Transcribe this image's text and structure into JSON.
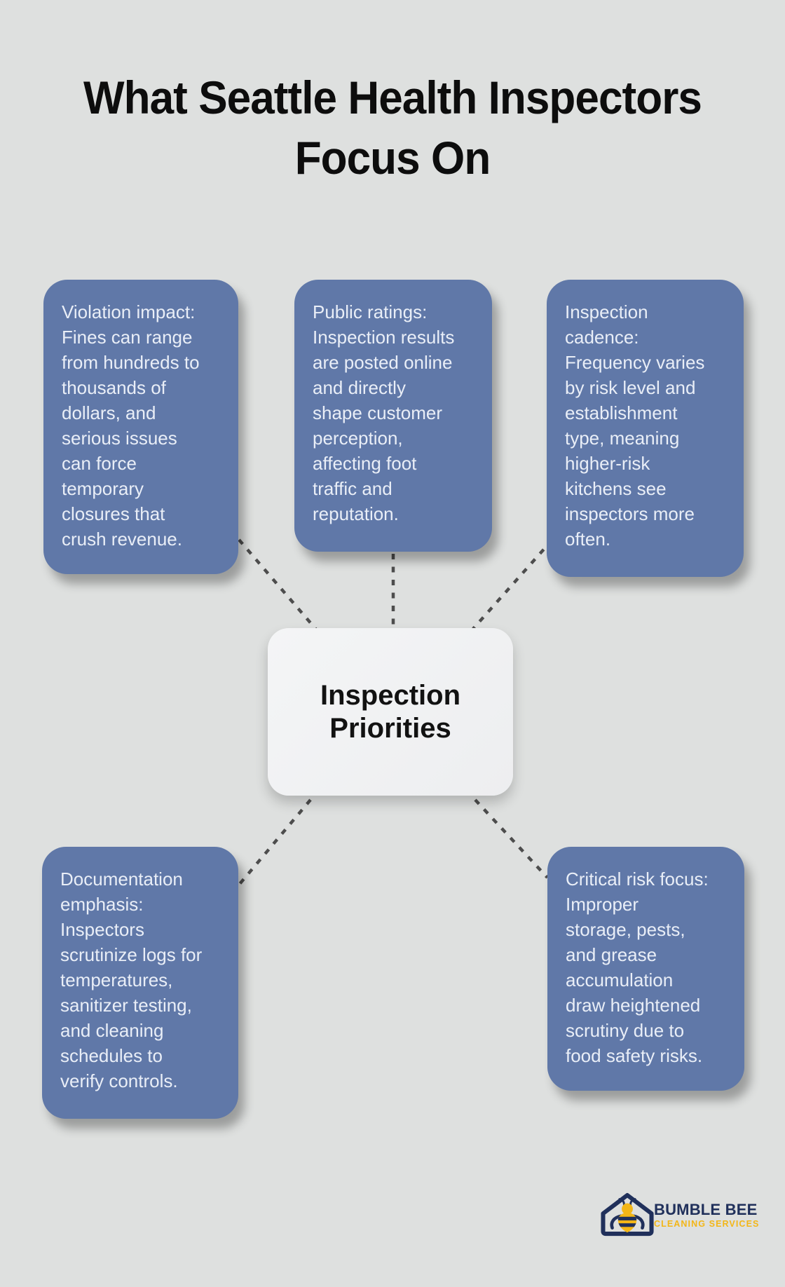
{
  "title": "What Seattle Health Inspectors\nFocus On",
  "center_node": {
    "label": "Inspection\nPriorities"
  },
  "nodes": [
    {
      "id": "violation-impact",
      "position": "top-left",
      "text": "Violation impact:\nFines can range\nfrom hundreds to\nthousands of\ndollars, and\nserious issues\ncan force\ntemporary\nclosures that\ncrush revenue."
    },
    {
      "id": "public-ratings",
      "position": "top-center",
      "text": "Public ratings:\nInspection results\nare posted online\nand directly\nshape customer\nperception,\naffecting foot\ntraffic and\nreputation."
    },
    {
      "id": "inspection-cadence",
      "position": "top-right",
      "text": "Inspection\ncadence:\nFrequency varies\nby risk level and\nestablishment\ntype, meaning\nhigher-risk\nkitchens see\ninspectors more\noften."
    },
    {
      "id": "documentation-emphasis",
      "position": "bottom-left",
      "text": "Documentation\nemphasis:\nInspectors\nscrutinize logs for\ntemperatures,\nsanitizer testing,\nand cleaning\nschedules to\nverify controls."
    },
    {
      "id": "critical-risk-focus",
      "position": "bottom-right",
      "text": "Critical risk focus:\nImproper\nstorage, pests,\nand grease\naccumulation\ndraw heightened\nscrutiny due to\nfood safety risks."
    }
  ],
  "logo": {
    "brand": "BUMBLE BEE",
    "tagline": "CLEANING SERVICES"
  },
  "colors": {
    "background": "#dee0df",
    "node_fill": "#6078a8",
    "node_text": "#e9eef7",
    "center_fill": "#f0f1f2",
    "center_text": "#121212",
    "connector": "#4d4d4d",
    "title": "#0d0d0d",
    "brand_navy": "#20305b",
    "brand_yellow": "#f3b617"
  }
}
